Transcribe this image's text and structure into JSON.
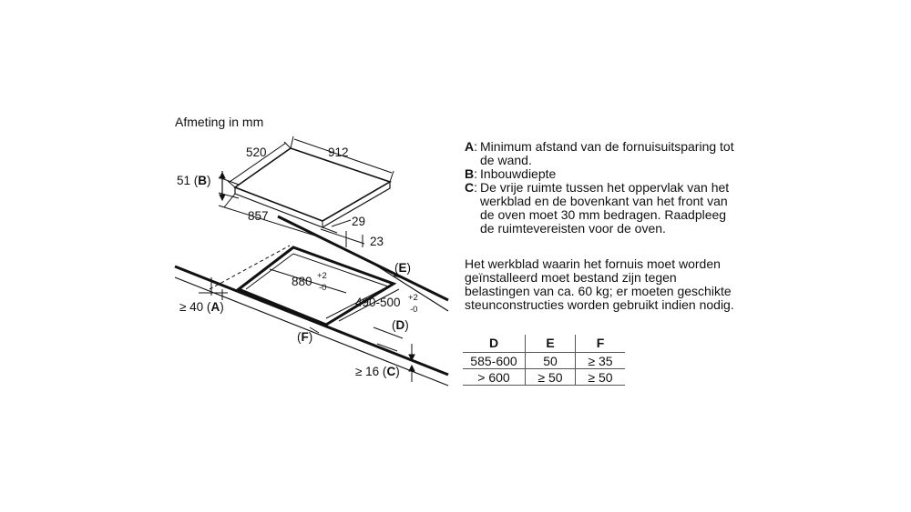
{
  "caption": "Afmeting in mm",
  "dims": {
    "d520": "520",
    "d912": "912",
    "d51": "51 (",
    "d51_key": "B",
    "d51_end": ")",
    "d857": "857",
    "d29": "29",
    "d23": "23",
    "d880": "880",
    "d880_sup": "+2",
    "d880_sub": "-0",
    "d490": "490-500",
    "d490_sup": "+2",
    "d490_sub": "-0",
    "e_open": "(",
    "e_key": "E",
    "e_close": ")",
    "d_open": "(",
    "d_key": "D",
    "d_close": ")",
    "f_open": "(",
    "f_key": "F",
    "f_close": ")",
    "a_text": "≥ 40 (",
    "a_key": "A",
    "a_close": ")",
    "c_text": "≥ 16 (",
    "c_key": "C",
    "c_close": ")"
  },
  "notes": [
    {
      "key": "A",
      "text": "Minimum afstand van de fornuisuitsparing tot de wand."
    },
    {
      "key": "B",
      "text": "Inbouwdiepte"
    },
    {
      "key": "C",
      "text": "De vrije ruimte tussen het oppervlak van het werkblad en de bovenkant van het front van de oven moet 30 mm bedragen. Raadpleeg de ruimtevereisten voor de oven."
    }
  ],
  "paragraph": "Het werkblad waarin het fornuis moet worden geïnstalleerd moet bestand zijn tegen belastingen van ca. 60 kg; er moeten geschikte steunconstructies worden gebruikt indien nodig.",
  "table": {
    "headers": [
      "D",
      "E",
      "F"
    ],
    "rows": [
      [
        "585-600",
        "50",
        "≥ 35"
      ],
      [
        "> 600",
        "≥ 50",
        "≥ 50"
      ]
    ]
  }
}
